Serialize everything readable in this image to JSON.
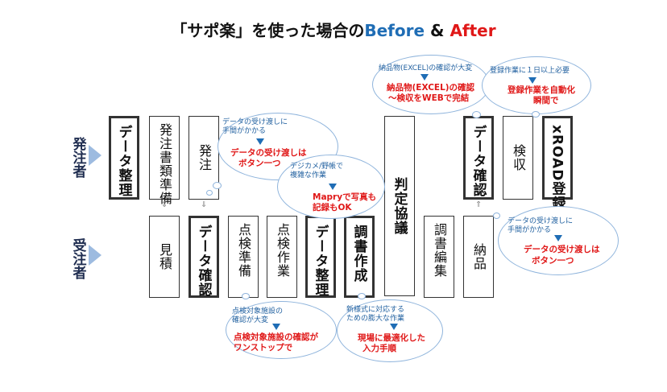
{
  "title": {
    "main": "「サポ楽」を使った場合の",
    "before": "Before",
    "amp": " & ",
    "after": "After"
  },
  "roles": {
    "orderer": "発注者",
    "contractor": "受注者"
  },
  "orderer_steps": {
    "data_arrange": "データ整理",
    "doc_prep": "発注書類準備",
    "order": "発注",
    "judge": "判定協議",
    "data_check": "データ確認",
    "inspect": "検収",
    "xroad": "xROAD登録"
  },
  "contractor_steps": {
    "estimate": "見積",
    "data_check": "データ確認",
    "inspect_prep": "点検準備",
    "inspect_work": "点検作業",
    "data_arrange": "データ整理",
    "report": "調書作成",
    "report_edit": "調書編集",
    "deliver": "納品"
  },
  "bubbles": {
    "b1": {
      "problem": [
        "データの受け渡しに",
        "手間がかかる"
      ],
      "solution": [
        "データの受け渡しは",
        "ボタン一つ"
      ]
    },
    "b2": {
      "problem": [
        "デジカメ/野帳で",
        "複雑な作業"
      ],
      "solution": [
        "Mapryで写真も",
        "記録もOK"
      ]
    },
    "b3": {
      "problem": [
        "納品物(EXCEL)の確認が大変"
      ],
      "solution": [
        "納品物(EXCEL)の確認",
        "～検収をWEBで完結"
      ]
    },
    "b4": {
      "problem": [
        "登録作業に１日以上必要"
      ],
      "solution": [
        "登録作業を自動化",
        "瞬間で"
      ]
    },
    "b5": {
      "problem": [
        "データの受け渡しに",
        "手間がかかる"
      ],
      "solution": [
        "データの受け渡しは",
        "ボタン一つ"
      ]
    },
    "b6": {
      "problem": [
        "点検対象施設の",
        "確認が大変"
      ],
      "solution": [
        "点検対象施設の確認が",
        "ワンストップで"
      ]
    },
    "b7": {
      "problem": [
        "新様式に対応する",
        "ための膨大な作業"
      ],
      "solution": [
        "現場に最適化した",
        "入力手順"
      ]
    }
  },
  "colors": {
    "before": "#1f6db5",
    "after": "#e01818",
    "bubble_border": "#8fb4dc",
    "role_arrow": "#9dbbe0"
  },
  "icons": [
    "down-arrow-icon",
    "bidirectional-arrow-icon",
    "up-arrow-icon",
    "role-arrow-icon"
  ]
}
